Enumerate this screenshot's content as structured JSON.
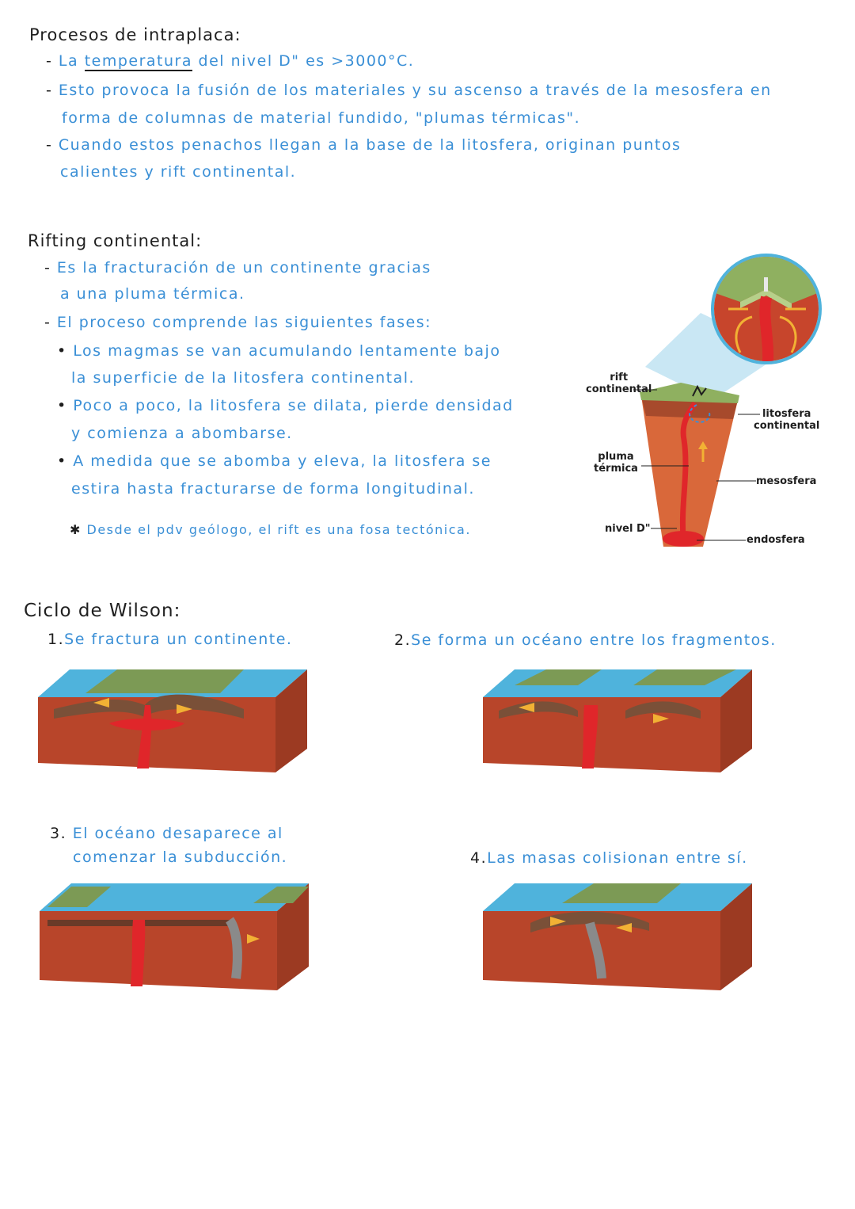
{
  "intraplaca": {
    "title": "Procesos de intraplaca:",
    "l1_pre": "La ",
    "l1_word": "temperatura",
    "l1_post": " del nivel D\" es >3000°C.",
    "l2": "Esto provoca la fusión de los materiales y su ascenso a través de la mesosfera en",
    "l3": "forma de columnas de material fundido, \"plumas térmicas\".",
    "l4": "Cuando estos penachos llegan a la base de la litosfera, originan puntos",
    "l5": "calientes y rift continental."
  },
  "rifting": {
    "title": "Rifting continental:",
    "p1a": "Es la fracturación de un continente gracias",
    "p1b": "a una pluma térmica.",
    "p2": "El proceso comprende las siguientes fases:",
    "b1a": "Los magmas se van acumulando lentamente bajo",
    "b1b": "la superficie de la litosfera continental.",
    "b2a": "Poco a poco, la litosfera se dilata, pierde densidad",
    "b2b": "y comienza a abombarse.",
    "b3a": "A medida que se abomba y eleva, la litosfera se",
    "b3b": "estira hasta fracturarse de forma longitudinal.",
    "note": "Desde el pdv geólogo, el rift es una fosa tectónica."
  },
  "diagram_labels": {
    "rift_a": "rift",
    "rift_b": "continental",
    "pluma_a": "pluma",
    "pluma_b": "térmica",
    "nivel": "nivel D\"",
    "lito_a": "litosfera",
    "lito_b": "continental",
    "meso": "mesosfera",
    "endo": "endosfera"
  },
  "wilson": {
    "title": "Ciclo de Wilson:",
    "s1_num": "1.",
    "s1": "Se fractura un continente.",
    "s2_num": "2.",
    "s2": "Se forma un océano entre los fragmentos.",
    "s3_num": "3.",
    "s3a": "El océano desaparece al",
    "s3b": "comenzar la subducción.",
    "s4_num": "4.",
    "s4": "Las masas colisionan entre sí."
  },
  "colors": {
    "ink": "#1f1f1f",
    "blue_text": "#3a8fd6",
    "ocean": "#4fb3dc",
    "mantle": "#b8452a",
    "magma": "#e0262a",
    "land": "#7c9a55",
    "arrow": "#f2b134"
  }
}
